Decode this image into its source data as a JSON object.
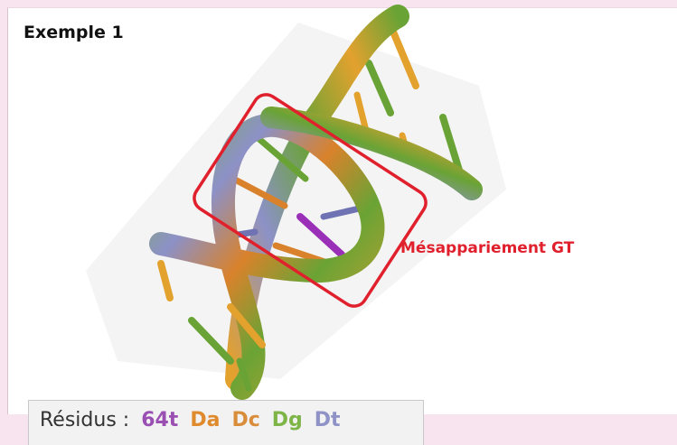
{
  "title": "Exemple 1",
  "annotation": {
    "label": "Mésappariement GT",
    "color": "#e0202c"
  },
  "legend": {
    "prefix": "Résidus :",
    "residues": [
      {
        "label": "64t",
        "color": "#9a4fb3"
      },
      {
        "label": "Da",
        "color": "#e08a2e"
      },
      {
        "label": "Dc",
        "color": "#d98c3a"
      },
      {
        "label": "Dg",
        "color": "#7eb548"
      },
      {
        "label": "Dt",
        "color": "#8e92c6"
      }
    ]
  },
  "colors": {
    "backbone_green": "#6aa335",
    "backbone_orange": "#e3a12e",
    "backbone_blue": "#8c91c7",
    "backbone_dark": "#b65e20",
    "mismatch_purple": "#9a2fb8",
    "page_background": "#f7e4ef"
  }
}
